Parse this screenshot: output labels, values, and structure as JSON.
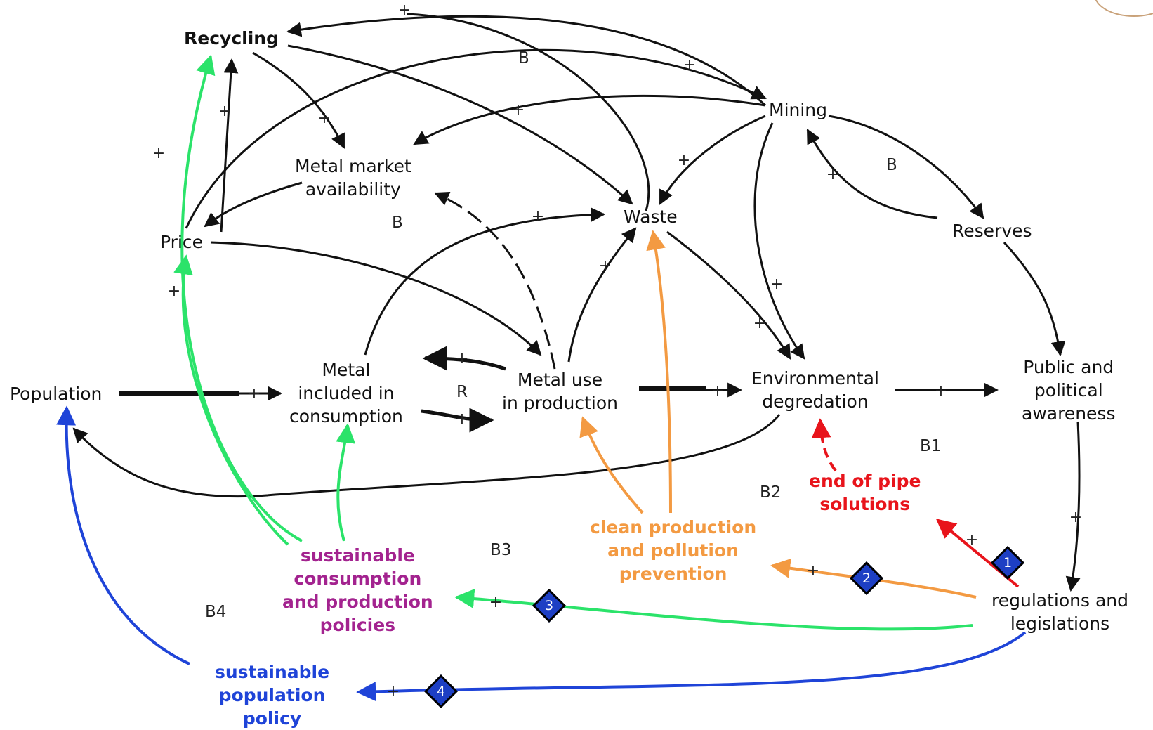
{
  "nodes": {
    "recycling": "Recycling",
    "metal_market": "Metal market\navailability",
    "price": "Price",
    "mining": "Mining",
    "waste": "Waste",
    "reserves": "Reserves",
    "population": "Population",
    "metal_consumption": "Metal\nincluded in\nconsumption",
    "metal_production": "Metal use\nin production",
    "env_degradation": "Environmental\ndegredation",
    "public_awareness": "Public and\npolitical\nawareness",
    "regulations": "regulations and\nlegislations"
  },
  "policies": {
    "end_of_pipe": "end of pipe\nsolutions",
    "clean_production": "clean production\nand pollution\nprevention",
    "sustainable_consumption": "sustainable\nconsumption\nand production\npolicies",
    "sustainable_population": "sustainable\npopulation\npolicy"
  },
  "loops": {
    "b_top": "B",
    "b_mining": "B",
    "b_market": "B",
    "r": "R",
    "b1": "B1",
    "b2": "B2",
    "b3": "B3",
    "b4": "B4"
  },
  "badges": [
    "1",
    "2",
    "3",
    "4"
  ],
  "colors": {
    "black": "#111111",
    "green": "#2be36a",
    "orange": "#f39a42",
    "red": "#e8141b",
    "blue": "#1f44d8",
    "magenta": "#a3238f",
    "badge": "#1d3fc4"
  }
}
